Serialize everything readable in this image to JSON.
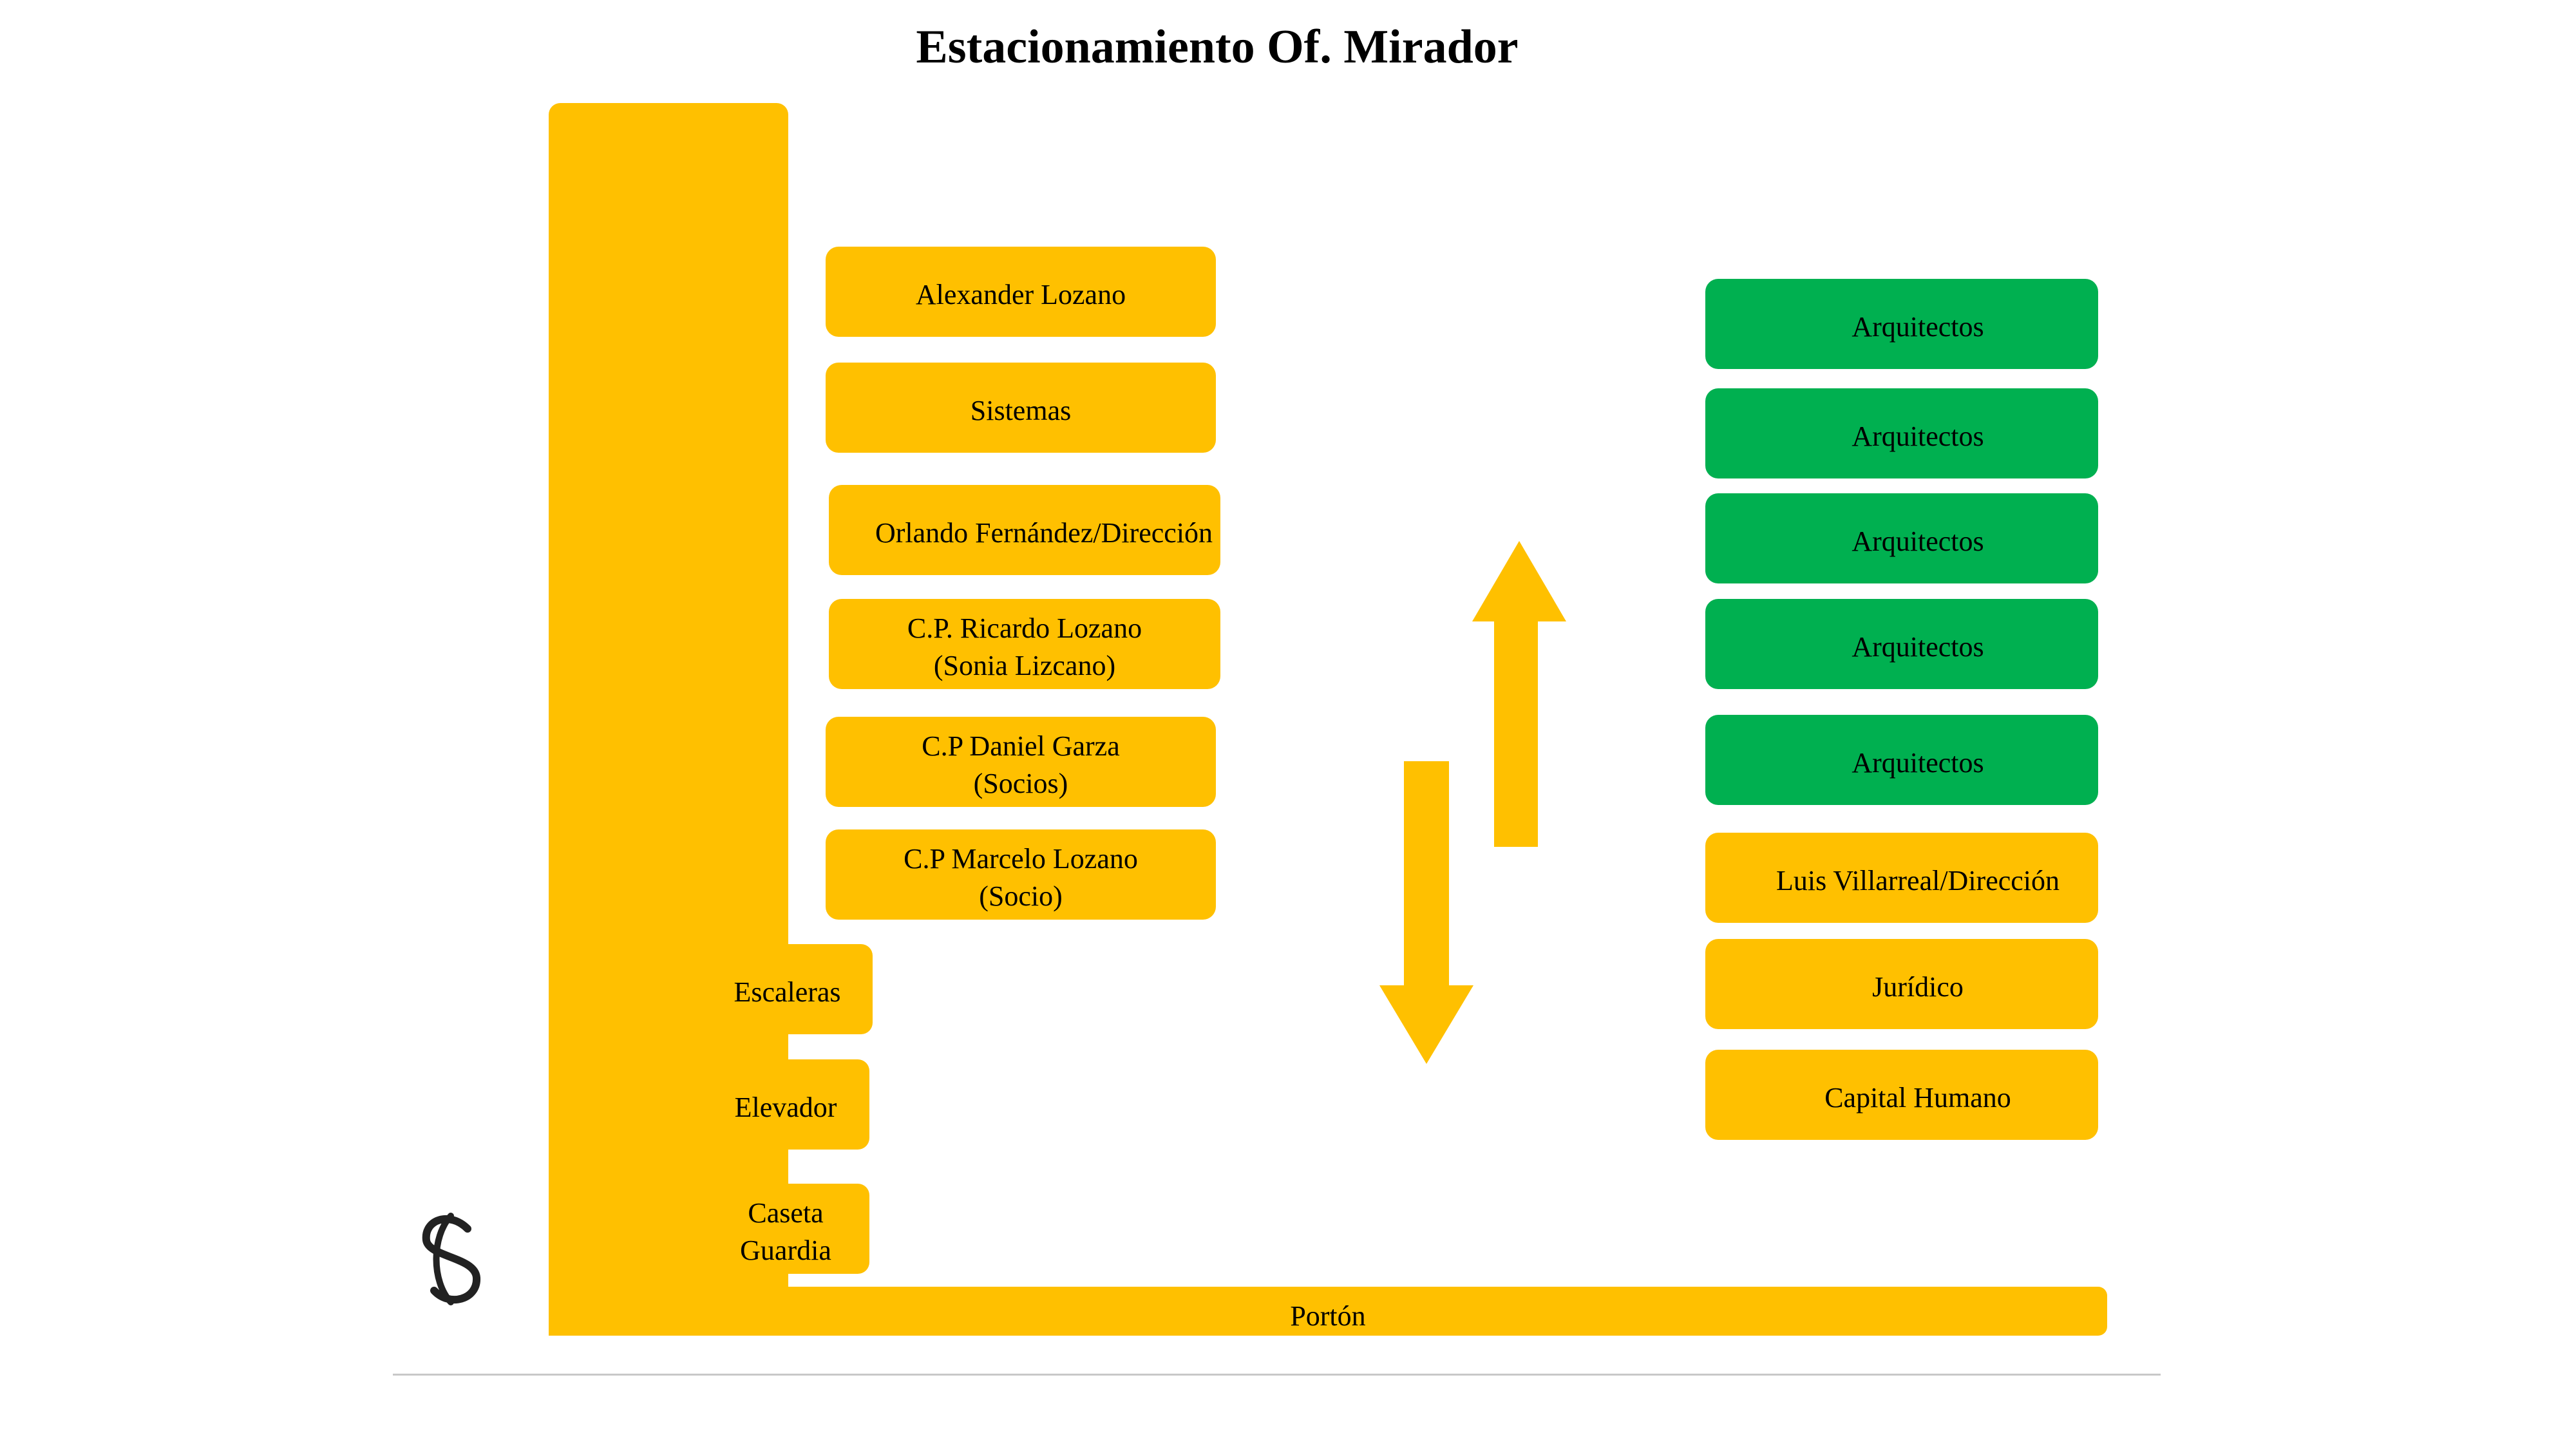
{
  "title": "Estacionamiento Of. Mirador",
  "colors": {
    "yellow": "#FFC000",
    "green": "#00B050"
  },
  "left_column": [
    {
      "line1": "Alexander Lozano",
      "line2": ""
    },
    {
      "line1": "Sistemas",
      "line2": ""
    },
    {
      "line1": "Orlando Fernández/Dirección",
      "line2": ""
    },
    {
      "line1": "C.P. Ricardo Lozano",
      "line2": "(Sonia Lizcano)"
    },
    {
      "line1": "C.P Daniel Garza",
      "line2": "(Socios)"
    },
    {
      "line1": "C.P Marcelo Lozano",
      "line2": "(Socio)"
    }
  ],
  "facilities": [
    {
      "line1": "Escaleras",
      "line2": ""
    },
    {
      "line1": "Elevador",
      "line2": ""
    },
    {
      "line1": "Caseta",
      "line2": "Guardia"
    }
  ],
  "right_column": [
    {
      "label": "Arquitectos"
    },
    {
      "label": "Arquitectos"
    },
    {
      "label": "Arquitectos"
    },
    {
      "label": "Arquitectos"
    },
    {
      "label": "Arquitectos"
    },
    {
      "label": "Luis Villarreal/Dirección"
    },
    {
      "label": "Jurídico"
    },
    {
      "label": "Capital Humano"
    }
  ],
  "gate_label": "Portón",
  "icons": {
    "up_arrow": "up-arrow-icon",
    "down_arrow": "down-arrow-icon",
    "logo": "s-logo-icon"
  }
}
